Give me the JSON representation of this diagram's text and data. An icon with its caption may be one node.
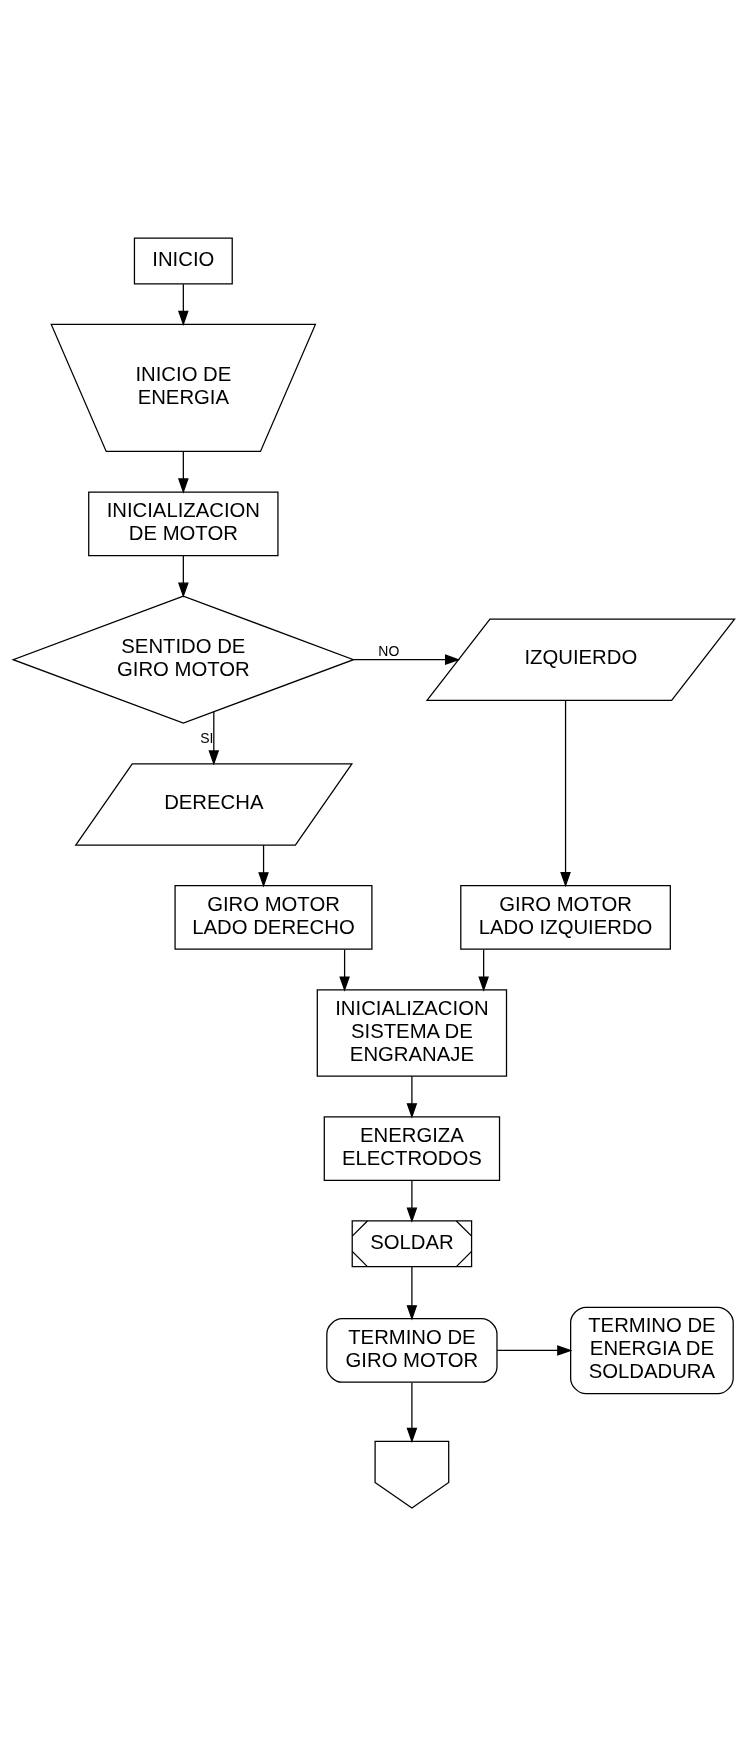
{
  "diagram": {
    "nodes": [
      {
        "text": [
          "INICIO"
        ]
      },
      {
        "text": [
          "INICIO DE ENERGIA"
        ]
      },
      {
        "text": [
          "INICIALIZACION DE MOTOR"
        ]
      },
      {
        "text": [
          "SENTIDO DE GIRO MOTOR"
        ]
      },
      {
        "text": [
          "IZQUIERDO"
        ]
      },
      {
        "text": [
          "DERECHA"
        ]
      },
      {
        "text": [
          "GIRO MOTOR LADO IZQUIERDO"
        ]
      },
      {
        "text": [
          "GIRO MOTOR LADO DERECHO"
        ]
      },
      {
        "text": [
          "INICIALIZACION SISTEMA DE ENGRANAJE"
        ]
      },
      {
        "text": [
          "ENERGIZA ELECTRODOS"
        ]
      },
      {
        "text": [
          "SOLDAR"
        ]
      },
      {
        "text": [
          "TERMINO DE GIRO MOTOR"
        ]
      },
      {
        "text": [
          "TERMINO DE ENERGIA DE SOLDADURA"
        ]
      },
      {
        "text": [],
        "shape": "pentagon"
      }
    ],
    "edges": [
      {
        "from": 0,
        "to": 1,
        "arrow": "to"
      },
      {
        "from": 1,
        "to": 2,
        "arrow": "to"
      },
      {
        "from": 2,
        "to": 3,
        "arrow": "to"
      },
      {
        "from": 3,
        "to": 4,
        "arrow": "to",
        "label": "NO"
      },
      {
        "from": 3,
        "to": 5,
        "arrow": "to",
        "label": "SI"
      },
      {
        "from": 4,
        "to": 6,
        "arrow": "to"
      },
      {
        "from": 5,
        "to": 7,
        "arrow": "to"
      },
      {
        "from": 7,
        "to": 8,
        "arrow": "to"
      },
      {
        "from": 6,
        "to": 8,
        "arrow": "to"
      },
      {
        "from": 8,
        "to": 9,
        "arrow": "to"
      },
      {
        "from": 9,
        "to": 10,
        "arrow": "to"
      },
      {
        "from": 10,
        "to": 11,
        "arrow": "to"
      },
      {
        "from": 11,
        "to": 12,
        "arrow": "to"
      },
      {
        "from": 11,
        "to": 13,
        "arrow": "to"
      }
    ]
  }
}
